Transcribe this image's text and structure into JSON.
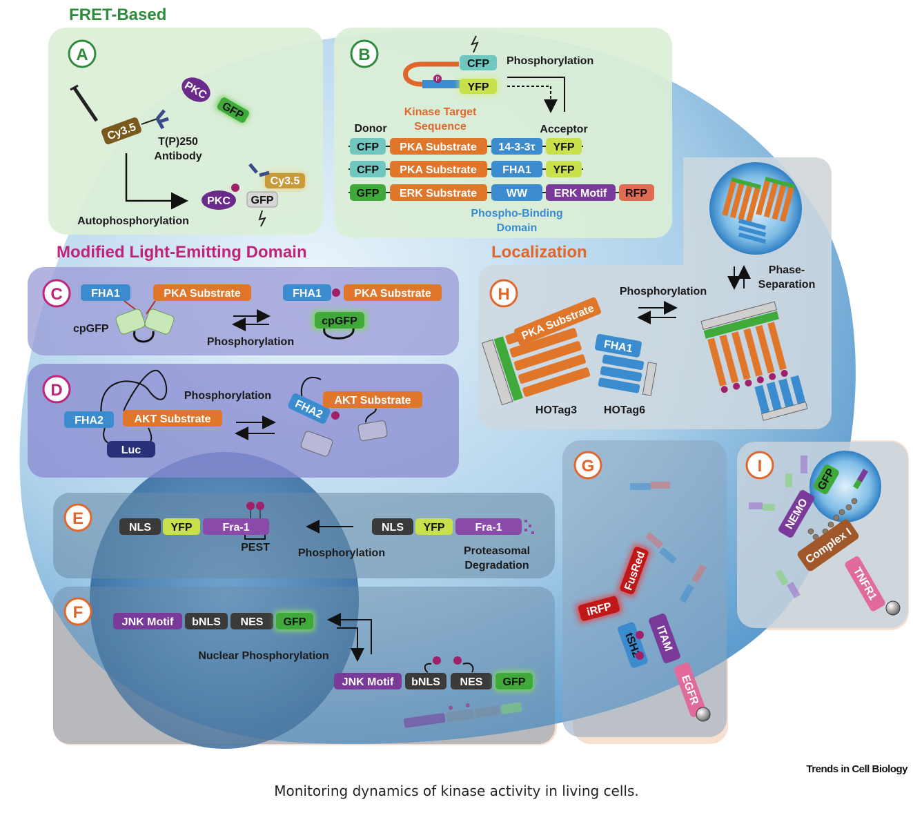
{
  "headers": {
    "fret": "FRET-Based",
    "mled": "Modified Light-Emitting Domain",
    "loc": "Localization"
  },
  "colors": {
    "fret_header": "#2e8b3e",
    "mled_header": "#c0237a",
    "loc_header": "#e0662a",
    "cell_blue": "#5fa3d6",
    "green_panel": "#dbeed6",
    "purple_panel": "#9a9ad6",
    "peach_panel": "#f8e0d0"
  },
  "panel_letters": {
    "A": "A",
    "B": "B",
    "C": "C",
    "D": "D",
    "E": "E",
    "F": "F",
    "G": "G",
    "H": "H",
    "I": "I"
  },
  "panelA": {
    "pkc": "PKC",
    "gfp": "GFP",
    "cy35": "Cy3.5",
    "antibody_line1": "T(P)250",
    "antibody_line2": "Antibody",
    "autophos": "Autophosphorylation"
  },
  "panelB": {
    "cfp": "CFP",
    "yfp": "YFP",
    "phosphorylation": "Phosphorylation",
    "kts1": "Kinase Target",
    "kts2": "Sequence",
    "donor": "Donor",
    "acceptor": "Acceptor",
    "rows": [
      [
        "CFP",
        "PKA Substrate",
        "14-3-3τ",
        "YFP"
      ],
      [
        "CFP",
        "PKA Substrate",
        "FHA1",
        "YFP"
      ],
      [
        "GFP",
        "ERK Substrate",
        "WW",
        "ERK Motif",
        "RFP"
      ]
    ],
    "pbd1": "Phospho-Binding",
    "pbd2": "Domain"
  },
  "panelC": {
    "fha1": "FHA1",
    "pka": "PKA Substrate",
    "cpgfp": "cpGFP",
    "phos": "Phosphorylation"
  },
  "panelD": {
    "fha2": "FHA2",
    "akt": "AKT Substrate",
    "luc": "Luc",
    "phos": "Phosphorylation"
  },
  "panelE": {
    "nls": "NLS",
    "yfp": "YFP",
    "fra1": "Fra-1",
    "pest": "PEST",
    "phos": "Phosphorylation",
    "deg1": "Proteasomal",
    "deg2": "Degradation"
  },
  "panelF": {
    "jnk": "JNK Motif",
    "bnls": "bNLS",
    "nes": "NES",
    "gfp": "GFP",
    "nuc_phos": "Nuclear Phosphorylation"
  },
  "panelG": {
    "irfp": "iRFP",
    "fusred": "FusRed",
    "tsh2": "tSH2",
    "itam": "ITAM",
    "egfr": "EGFR"
  },
  "panelH": {
    "pka": "PKA Substrate",
    "fha1": "FHA1",
    "phos": "Phosphorylation",
    "phase1": "Phase-",
    "phase2": "Separation",
    "hotag3": "HOTag3",
    "hotag6": "HOTag6"
  },
  "panelI": {
    "nemo": "NEMO",
    "gfp": "GFP",
    "complex": "Complex I",
    "tnfr1": "TNFR1"
  },
  "p_symbol": "P",
  "footer": {
    "brand": "Trends in Cell Biology",
    "caption": "Monitoring dynamics of kinase activity in living cells."
  }
}
